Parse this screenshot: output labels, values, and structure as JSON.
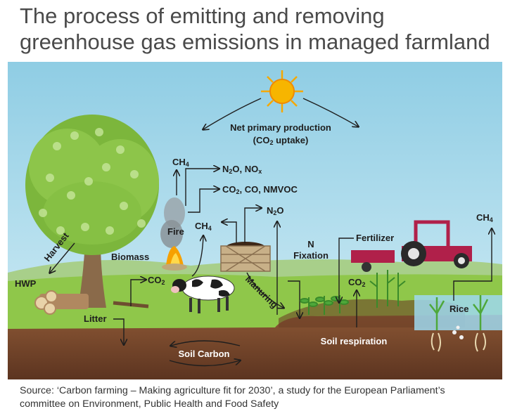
{
  "title": {
    "line1": "The process of emitting and removing",
    "line2": "greenhouse gas emissions in managed farmland"
  },
  "diagram": {
    "npp_line1": "Net primary production",
    "npp_line2": "(CO",
    "npp_line2_sub": "2",
    "npp_line2_end": " uptake)",
    "fire_ch4": "CH",
    "fire_ch4_sub": "4",
    "n2o_nox": "N",
    "n2o_nox_sub": "2",
    "n2o_nox_mid": "O, NO",
    "n2o_nox_sub2": "x",
    "co2_co_nmvoc": "CO",
    "co2_co_nmvoc_sub": "2",
    "co2_co_nmvoc_end": ", CO, NMVOC",
    "fire": "Fire",
    "manure_ch4": "CH",
    "manure_ch4_sub": "4",
    "manure_n2o": "N",
    "manure_n2o_sub": "2",
    "manure_n2o_end": "O",
    "harvest": "Harvest",
    "biomass": "Biomass",
    "hwp": "HWP",
    "biomass_co2": "CO",
    "biomass_co2_sub": "2",
    "litter": "Litter",
    "manuring": "Manuring",
    "n_fixation_line1": "N",
    "n_fixation_line2": "Fixation",
    "fertilizer": "Fertilizer",
    "soil_co2": "CO",
    "soil_co2_sub": "2",
    "rice_ch4": "CH",
    "rice_ch4_sub": "4",
    "rice": "Rice",
    "soil_carbon": "Soil Carbon",
    "soil_respiration": "Soil respiration"
  },
  "caption": {
    "line1": "Source: ‘Carbon farming – Making agriculture fit for 2030’, a study for the European Parliament’s",
    "line2": "committee on Environment, Public Health and Food Safety"
  },
  "colors": {
    "sky": "#a9d8ea",
    "grass": "#8fc74a",
    "soil": "#7a4a2e",
    "tractor": "#b0204a",
    "sun": "#f6a800"
  }
}
